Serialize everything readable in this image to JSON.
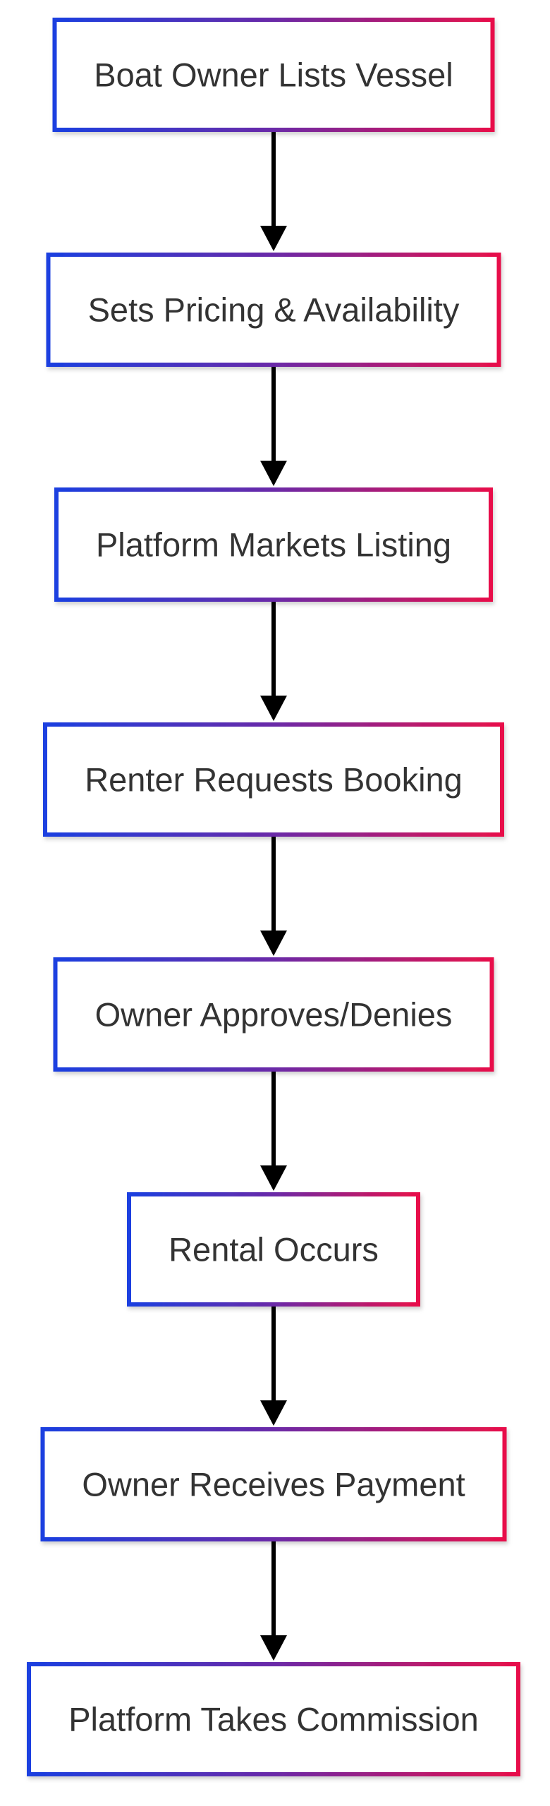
{
  "diagram": {
    "type": "flowchart",
    "direction": "top-to-bottom",
    "node_border_gradient": [
      "#1a3fe0",
      "#6a2aa8",
      "#e8104a"
    ],
    "edge_color": "#000000",
    "label_color": "#333333",
    "nodes": [
      {
        "id": "n1",
        "label": "Boat Owner Lists Vessel"
      },
      {
        "id": "n2",
        "label": "Sets Pricing & Availability"
      },
      {
        "id": "n3",
        "label": "Platform Markets Listing"
      },
      {
        "id": "n4",
        "label": "Renter Requests Booking"
      },
      {
        "id": "n5",
        "label": "Owner Approves/Denies"
      },
      {
        "id": "n6",
        "label": "Rental Occurs"
      },
      {
        "id": "n7",
        "label": "Owner Receives Payment"
      },
      {
        "id": "n8",
        "label": "Platform Takes Commission"
      }
    ],
    "edges": [
      {
        "from": "n1",
        "to": "n2"
      },
      {
        "from": "n2",
        "to": "n3"
      },
      {
        "from": "n3",
        "to": "n4"
      },
      {
        "from": "n4",
        "to": "n5"
      },
      {
        "from": "n5",
        "to": "n6"
      },
      {
        "from": "n6",
        "to": "n7"
      },
      {
        "from": "n7",
        "to": "n8"
      }
    ]
  }
}
